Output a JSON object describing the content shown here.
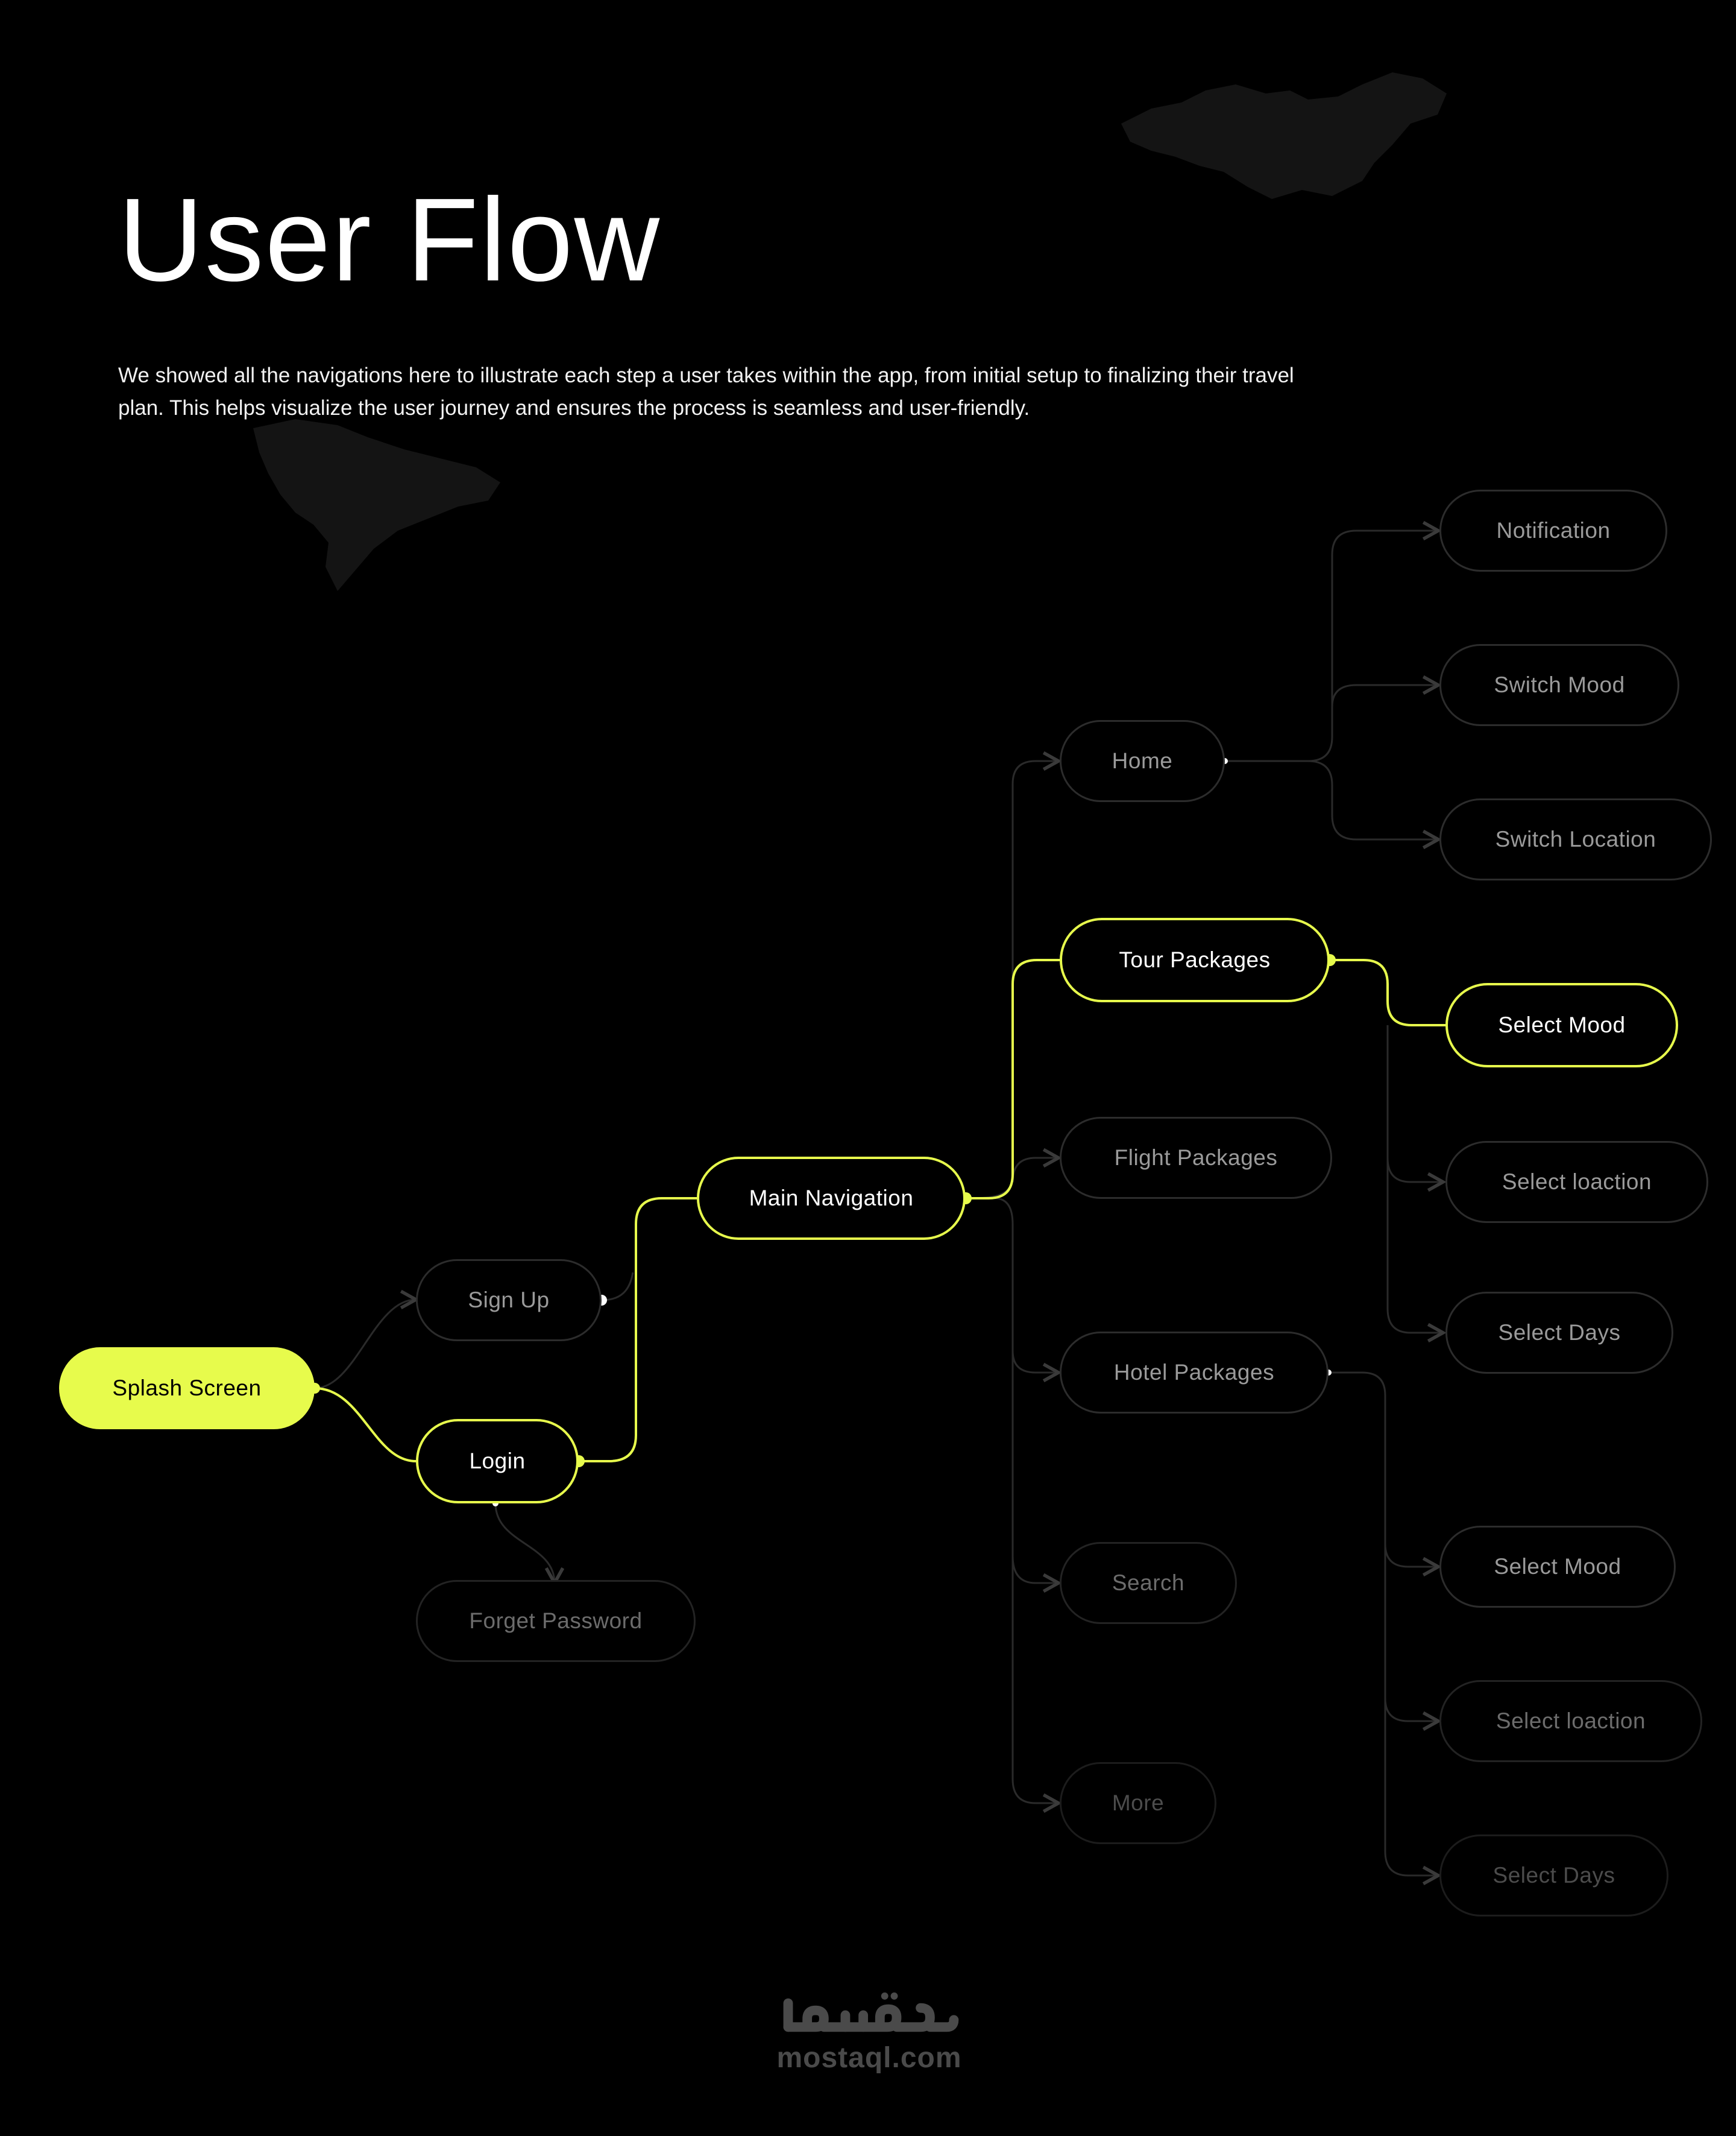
{
  "header": {
    "title": "User Flow",
    "description": "We showed all the navigations here to illustrate each step a user takes within the app, from initial setup to finalizing their travel plan. This helps visualize the user journey and ensures the process is seamless and user-friendly."
  },
  "colors": {
    "background": "#000000",
    "accent": "#e7fb4c",
    "node_border": "#2c2c2c",
    "node_text": "#9a9a9a",
    "wire": "#2a2a2a"
  },
  "flow": {
    "splash": "Splash Screen",
    "sign_up": "Sign Up",
    "login": "Login",
    "forget_password": "Forget Password",
    "main_navigation": "Main Navigation",
    "home": "Home",
    "tour_packages": "Tour Packages",
    "flight_packages": "Flight Packages",
    "hotel_packages": "Hotel Packages",
    "search": "Search",
    "more": "More",
    "home_children": [
      "Notification",
      "Switch Mood",
      "Switch Location"
    ],
    "tour_children": [
      "Select Mood",
      "Select loaction",
      "Select Days"
    ],
    "hotel_children": [
      "Select Mood",
      "Select loaction",
      "Select Days"
    ]
  },
  "footer": {
    "brand_text": "mostaql.com",
    "brand_arabic": "مستقل"
  }
}
